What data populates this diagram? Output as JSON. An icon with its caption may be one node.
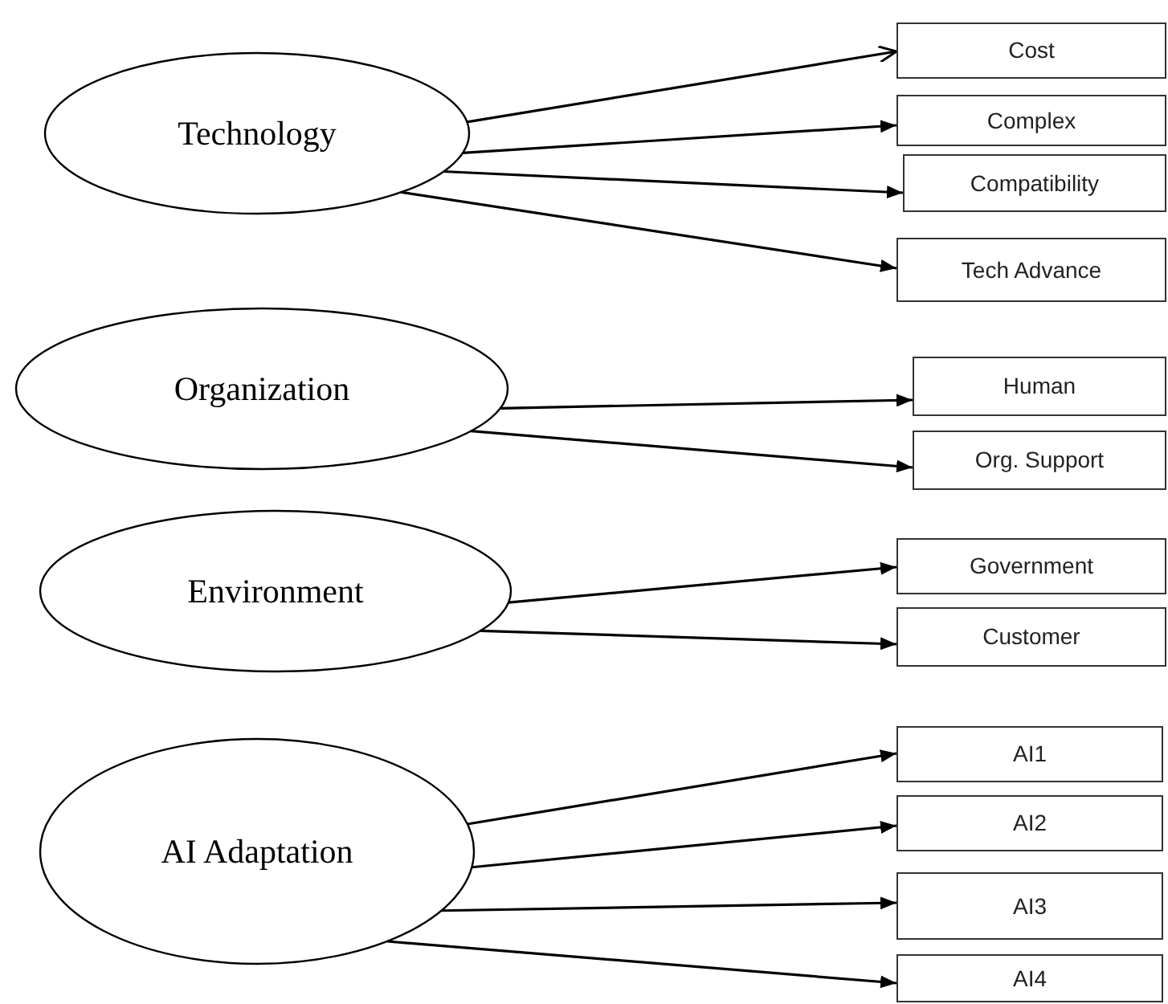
{
  "diagram": {
    "nodes": [
      {
        "text": [
          "Technology"
        ]
      },
      {
        "text": [
          "Cost"
        ]
      },
      {
        "text": [
          "Complex"
        ]
      },
      {
        "text": [
          "Compatibility"
        ]
      },
      {
        "text": [
          "Tech Advance"
        ]
      },
      {
        "text": [
          "Organization"
        ]
      },
      {
        "text": [
          "Human"
        ]
      },
      {
        "text": [
          "Org. Support"
        ]
      },
      {
        "text": [
          "Environment"
        ]
      },
      {
        "text": [
          "Government"
        ]
      },
      {
        "text": [
          "Customer"
        ]
      },
      {
        "text": [
          "AI Adaptation"
        ]
      },
      {
        "text": [
          "AI1"
        ]
      },
      {
        "text": [
          "AI2"
        ]
      },
      {
        "text": [
          "AI3"
        ]
      },
      {
        "text": [
          "AI4"
        ]
      }
    ],
    "edges": [
      {
        "from": 0,
        "to": 1,
        "arrow": "to"
      },
      {
        "from": 0,
        "to": 2,
        "arrow": "to"
      },
      {
        "from": 0,
        "to": 3,
        "arrow": "to"
      },
      {
        "from": 0,
        "to": 4,
        "arrow": "to"
      },
      {
        "from": 5,
        "to": 6,
        "arrow": "to"
      },
      {
        "from": 5,
        "to": 7,
        "arrow": "to"
      },
      {
        "from": 8,
        "to": 9,
        "arrow": "to"
      },
      {
        "from": 8,
        "to": 10,
        "arrow": "to"
      },
      {
        "from": 11,
        "to": 12,
        "arrow": "to"
      },
      {
        "from": 11,
        "to": 13,
        "arrow": "to"
      },
      {
        "from": 11,
        "to": 14,
        "arrow": "to"
      },
      {
        "from": 11,
        "to": 15,
        "arrow": "to"
      }
    ]
  }
}
